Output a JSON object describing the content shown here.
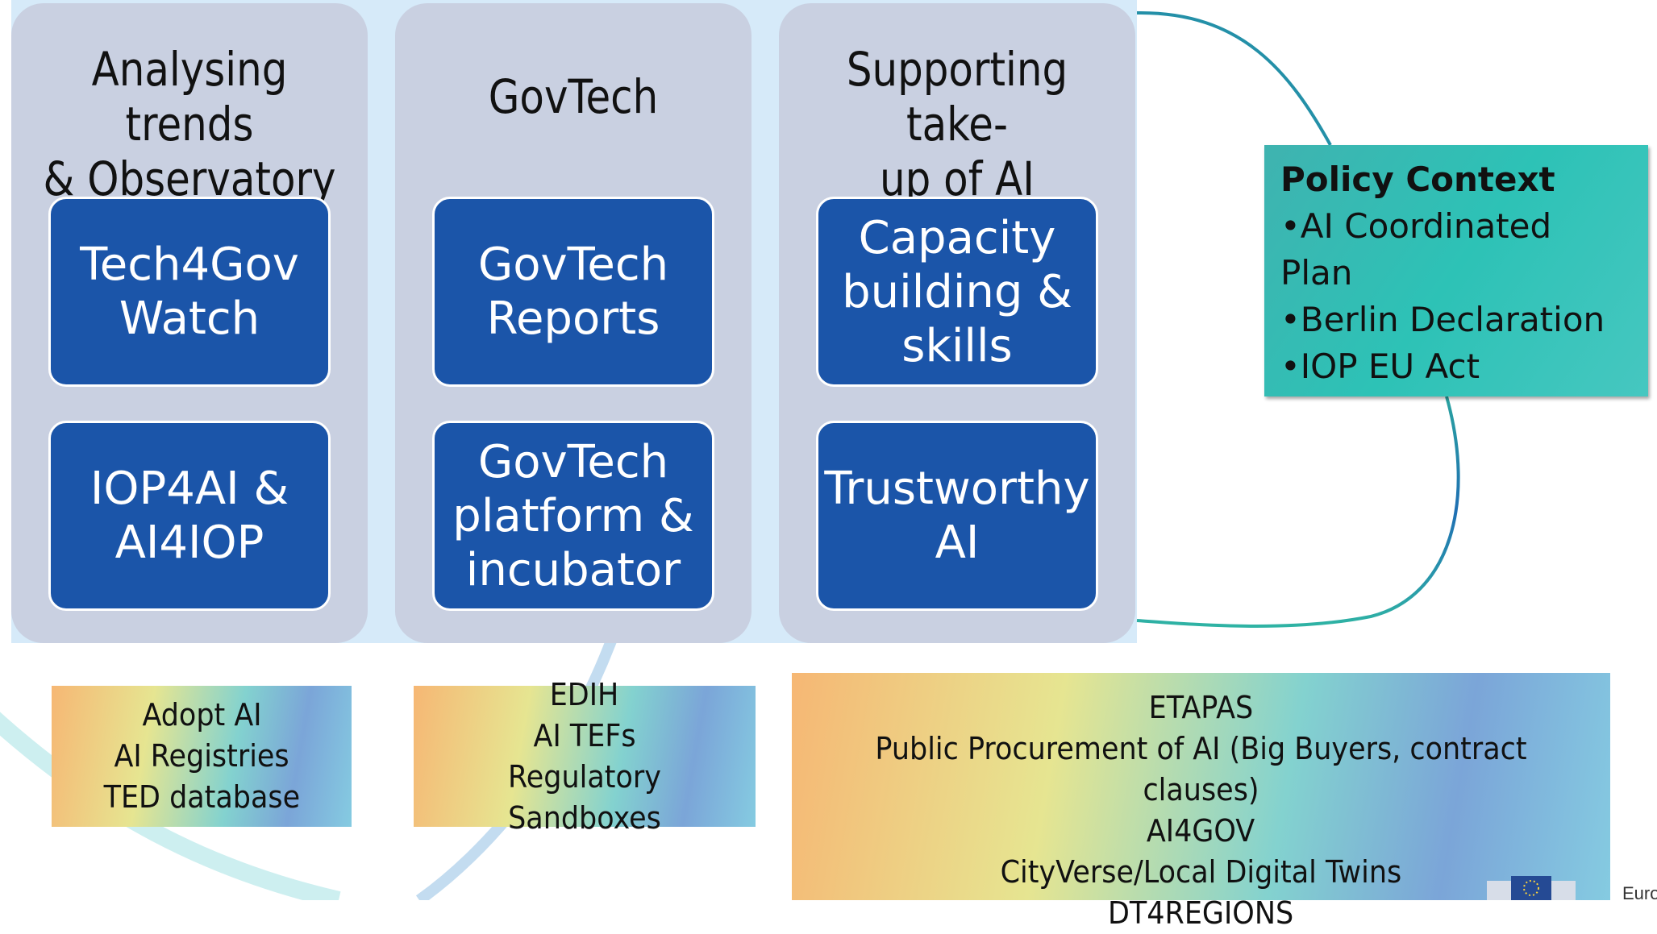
{
  "columns": [
    {
      "title": "Analysing trends\n& Observatory",
      "boxes": [
        "Tech4Gov\nWatch",
        "IOP4AI &\nAI4IOP"
      ]
    },
    {
      "title": "GovTech",
      "boxes": [
        "GovTech\nReports",
        "GovTech\nplatform &\nincubator"
      ]
    },
    {
      "title": "Supporting take-\nup of AI",
      "boxes": [
        "Capacity\nbuilding &\nskills",
        "Trustworthy\nAI"
      ]
    }
  ],
  "policy_context": {
    "title": "Policy Context",
    "items": [
      "•AI Coordinated Plan",
      "•Berlin Declaration",
      "•IOP EU Act"
    ]
  },
  "initiatives": [
    {
      "lines": [
        "Adopt AI",
        "AI Registries",
        "TED database"
      ]
    },
    {
      "lines": [
        "EDIH",
        "AI TEFs",
        "Regulatory Sandboxes"
      ]
    },
    {
      "lines": [
        "ETAPAS",
        "Public Procurement of AI (Big Buyers, contract clauses)",
        "AI4GOV",
        "CityVerse/Local Digital Twins",
        "DT4REGIONS"
      ]
    }
  ],
  "footer": {
    "eu_label": "Euro"
  },
  "colors": {
    "box": "#1b55a9",
    "column": "#c9d0e1",
    "panel": "#d6eaf9",
    "policy": "#2dc2b6",
    "arc": "#2aa3a0"
  },
  "icons": {
    "eu_logo": "eu-flag-building-icon"
  }
}
